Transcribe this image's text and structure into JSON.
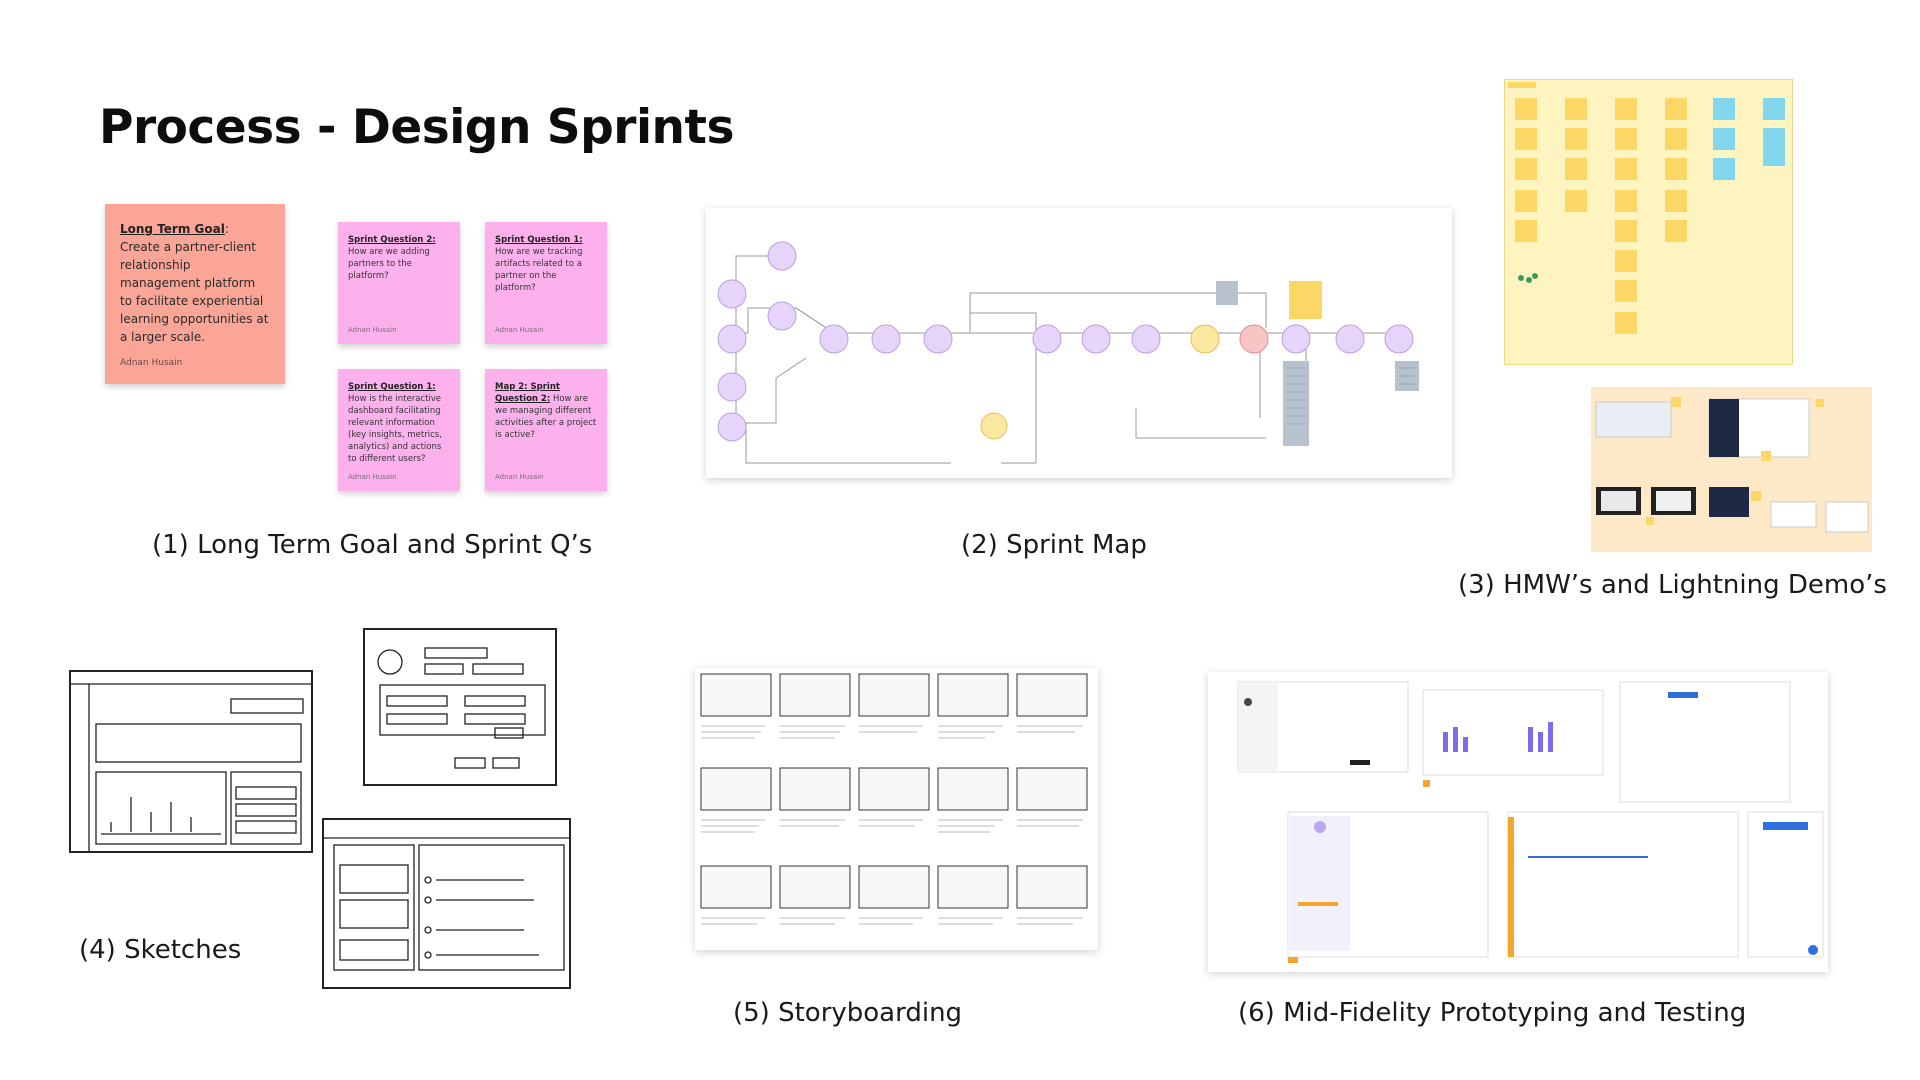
{
  "title": "Process - Design Sprints",
  "goal_note": {
    "heading": "Long Term Goal",
    "text": ": Create a partner-client relationship management platform to facilitate experiential learning opportunities at a larger scale.",
    "author": "Adnan Husain"
  },
  "question_notes": [
    {
      "heading": "Sprint Question 2:",
      "text": " How are we adding partners to the platform?",
      "author": "Adnan Husain"
    },
    {
      "heading": "Sprint Question 1:",
      "text": " How are we tracking artifacts related to a partner on the platform?",
      "author": "Adnan Husain"
    },
    {
      "heading": "Sprint Question 1:",
      "text": " How is the interactive dashboard facilitating relevant information (key insights, metrics, analytics) and actions to different users?",
      "author": "Adnan Husain"
    },
    {
      "heading": "Map 2: Sprint Question 2:",
      "text": " How are we managing different activities after a project is active?",
      "author": "Adnan Husain"
    }
  ],
  "captions": {
    "c1": "(1) Long Term Goal and Sprint Q’s",
    "c2": "(2) Sprint Map",
    "c3": "(3) HMW’s and Lightning Demo’s",
    "c4": "(4) Sketches",
    "c5": "(5) Storyboarding",
    "c6": "(6) Mid-Fidelity Prototyping and Testing"
  },
  "colors": {
    "goal_note": "#fba596",
    "question_note": "#fcb1ed",
    "map_node": "#e6d4fb",
    "hmw_note": "#fcd766",
    "hmw_blue_note": "#82d6ee"
  }
}
